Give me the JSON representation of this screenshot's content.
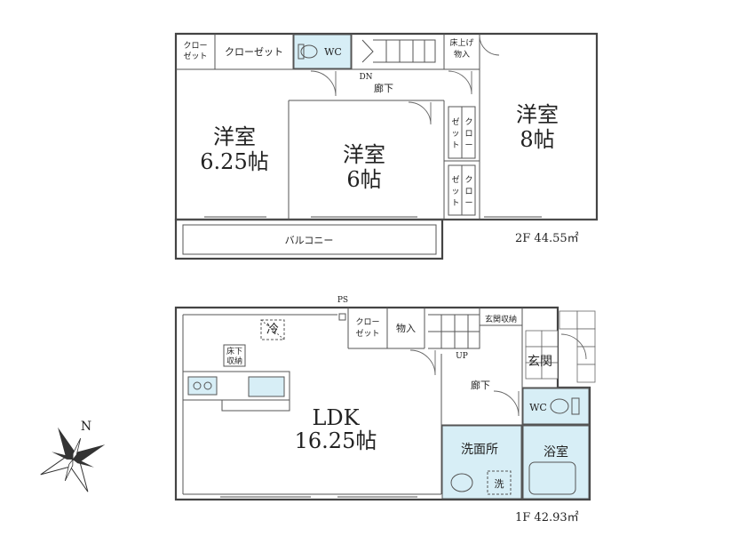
{
  "floor2": {
    "area_label": "2F  44.55㎡",
    "rooms": {
      "western_a_name": "洋室",
      "western_a_size": "6.25帖",
      "western_b_name": "洋室",
      "western_b_size": "6帖",
      "western_c_name": "洋室",
      "western_c_size": "8帖",
      "closet_small_top": "クロー",
      "closet_small_bottom": "ゼット",
      "closet_wide": "クローゼット",
      "wc": "WC",
      "underfloor_top": "床上げ",
      "underfloor_bottom": "物入",
      "hall": "廊下",
      "stairs_dn": "DN",
      "closet_v1": [
        "ゼ",
        "ッ",
        "ト",
        "ク",
        "ロ",
        "ー"
      ],
      "closet_v2": [
        "ゼ",
        "ッ",
        "ト",
        "ク",
        "ロ",
        "ー"
      ],
      "balcony": "バルコニー"
    }
  },
  "floor1": {
    "area_label": "1F  42.93㎡",
    "rooms": {
      "ldk_name": "LDK",
      "ldk_size": "16.25帖",
      "fridge": "冷",
      "underfloor_top": "床下",
      "underfloor_bottom": "収納",
      "ps": "PS",
      "closet_top": "クロー",
      "closet_bottom": "ゼット",
      "storage": "物入",
      "entrance_storage": "玄関収納",
      "stairs_up": "UP",
      "hall": "廊下",
      "entrance": "玄関",
      "wc": "WC",
      "washroom": "洗面所",
      "washer": "洗",
      "bathroom": "浴室"
    }
  },
  "compass": {
    "north": "N"
  },
  "colors": {
    "wet_area": "#d7eef6",
    "wall": "#444444"
  }
}
